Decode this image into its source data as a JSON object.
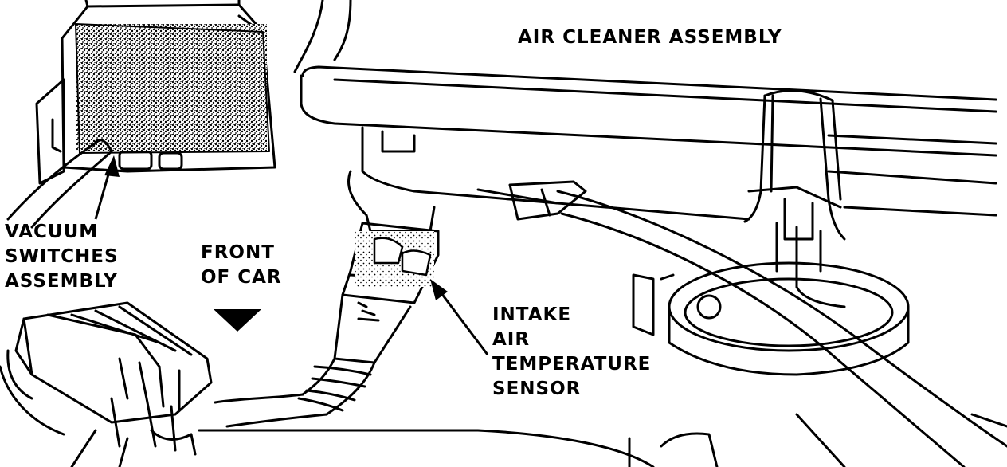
{
  "labels": {
    "air_cleaner": "AIR CLEANER ASSEMBLY",
    "vacuum_switches": [
      "VACUUM",
      "SWITCHES",
      "ASSEMBLY"
    ],
    "front_of_car": [
      "FRONT",
      "OF CAR"
    ],
    "intake_air_temp_sensor": [
      "INTAKE",
      "AIR",
      "TEMPERATURE",
      "SENSOR"
    ]
  },
  "colors": {
    "ink": "#000000",
    "paper": "#ffffff"
  }
}
